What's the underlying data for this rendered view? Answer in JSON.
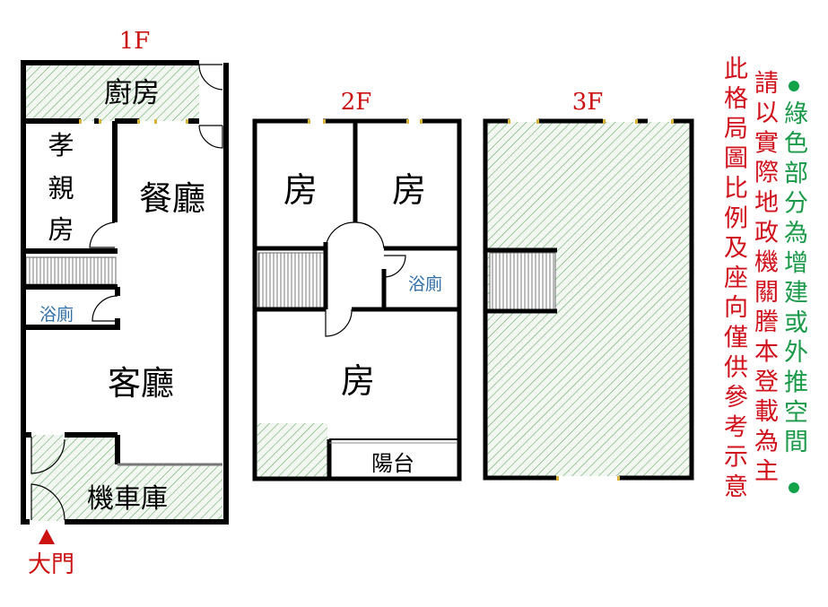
{
  "floors": {
    "f1": {
      "title": "1F",
      "kitchen": "廚房",
      "elder_room": [
        "孝",
        "親",
        "房"
      ],
      "dining": "餐廳",
      "bath": "浴廁",
      "living": "客廳",
      "garage": "機車庫",
      "entrance": "大門"
    },
    "f2": {
      "title": "2F",
      "room_a": "房",
      "room_b": "房",
      "bath": "浴廁",
      "room_c": "房",
      "balcony": "陽台"
    },
    "f3": {
      "title": "3F"
    }
  },
  "notes": {
    "col1": "此格局圖比例及座向僅供參考示意",
    "col2": "請以實際地政機關謄本登載為主",
    "col3": "綠色部分為增建或外推空間"
  },
  "colors": {
    "wall": "#000000",
    "hatch": "#5a9e5a",
    "title": "#cc1111",
    "note_red": "#d0101a",
    "note_green": "#1a9a48",
    "bath_label": "#2f6fa8"
  }
}
